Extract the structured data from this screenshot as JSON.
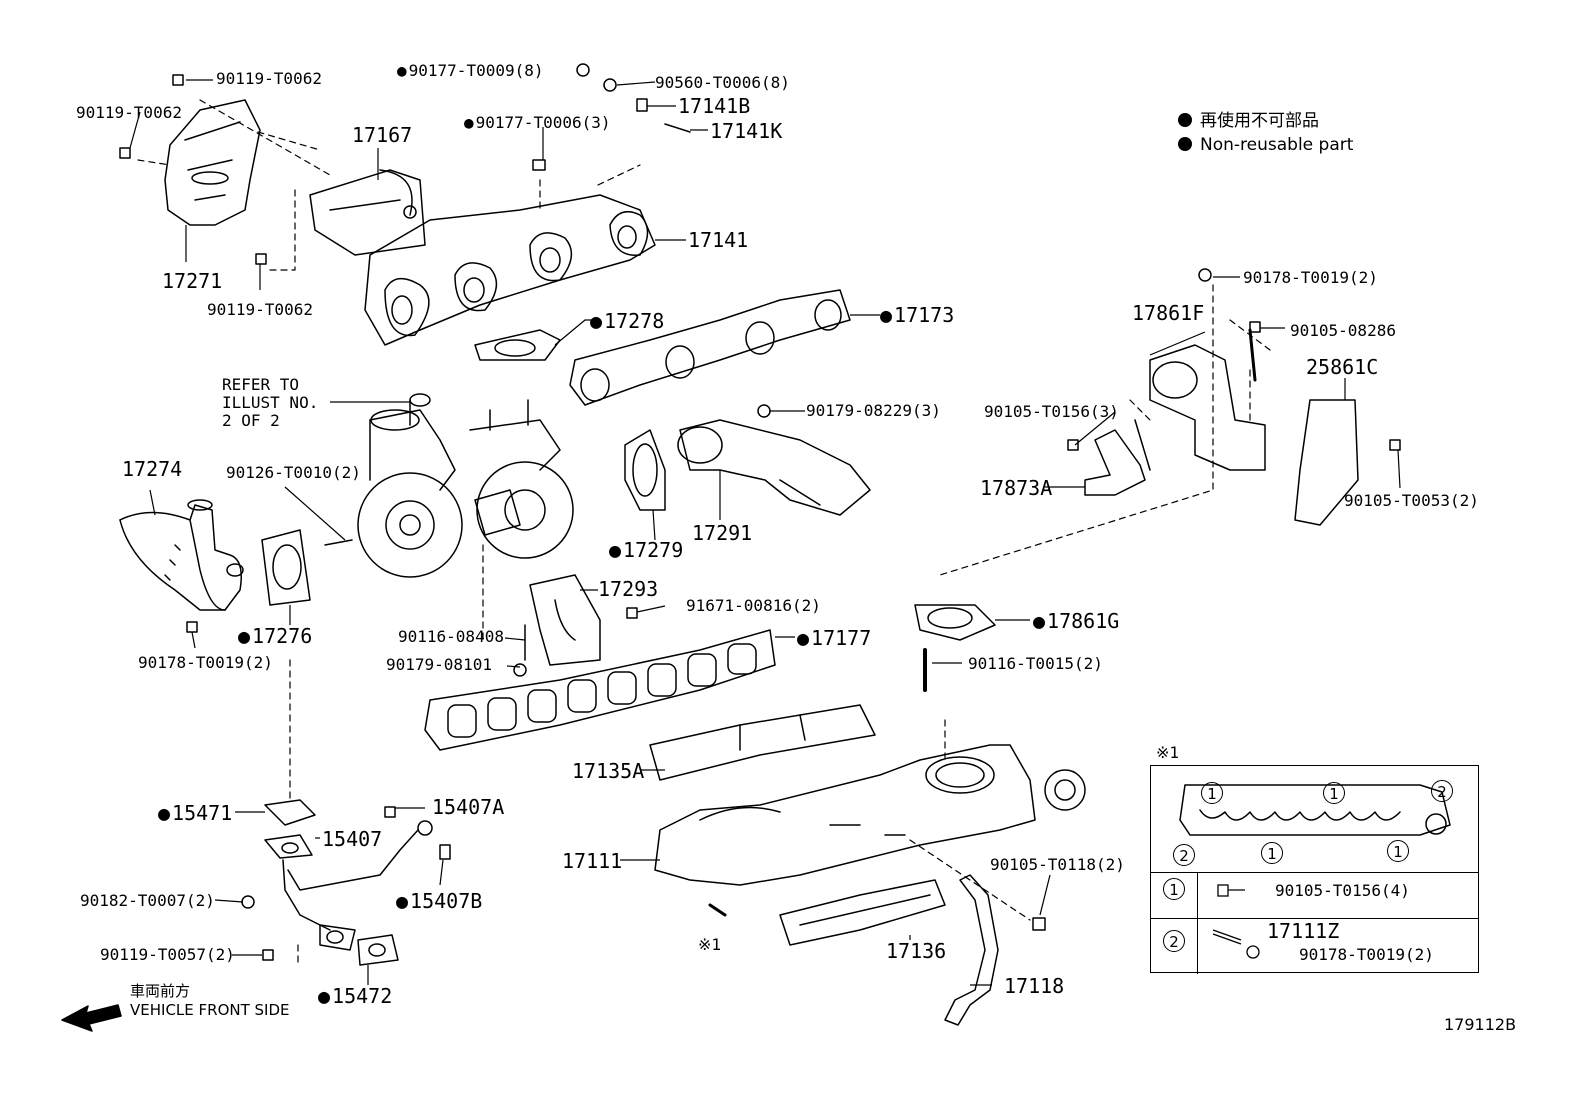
{
  "legend": {
    "jp": "再使用不可部品",
    "en": "Non-reusable part"
  },
  "refer_note": [
    "REFER TO",
    "ILLUST NO.",
    "2 OF 2"
  ],
  "front_side": {
    "jp": "車両前方",
    "en": "VEHICLE FRONT SIDE"
  },
  "diagram_id": "179112B",
  "parts": {
    "p90119_t0062_a": "90119-T0062",
    "p90119_t0062_b": "90119-T0062",
    "p90119_t0062_c": "90119-T0062",
    "p17271": "17271",
    "p17167": "17167",
    "p90177_t0009": "90177-T0009(8)",
    "p90560_t0006": "90560-T0006(8)",
    "p17141b": "17141B",
    "p90177_t0006": "90177-T0006(3)",
    "p17141k": "17141K",
    "p17141": "17141",
    "p17278": "17278",
    "p17173": "17173",
    "p90179_08229": "90179-08229(3)",
    "p17274": "17274",
    "p90126_t0010": "90126-T0010(2)",
    "p17279": "17279",
    "p17291": "17291",
    "p17276": "17276",
    "p90178_t0019_a": "90178-T0019(2)",
    "p17293": "17293",
    "p91671_00816": "91671-00816(2)",
    "p90116_08408": "90116-08408",
    "p90179_08101": "90179-08101",
    "p17177": "17177",
    "p90178_t0019_b": "90178-T0019(2)",
    "p17861f": "17861F",
    "p90105_08286": "90105-08286",
    "p25861c": "25861C",
    "p90105_t0156_3": "90105-T0156(3)",
    "p17873a": "17873A",
    "p90105_t0053": "90105-T0053(2)",
    "p17861g": "17861G",
    "p90116_t0015": "90116-T0015(2)",
    "p17135a": "17135A",
    "p15471": "15471",
    "p15407a": "15407A",
    "p15407": "15407",
    "p17111": "17111",
    "p90182_t0007": "90182-T0007(2)",
    "p15407b": "15407B",
    "p90105_t0118": "90105-T0118(2)",
    "p90119_t0057": "90119-T0057(2)",
    "p17136": "17136",
    "p15472": "15472",
    "p17118": "17118",
    "note_ref": "※1"
  },
  "inset": {
    "title": "※1",
    "row1_num": "1",
    "row1_part": "90105-T0156(4)",
    "row2_num": "2",
    "row2_part_a": "17111Z",
    "row2_part_b": "90178-T0019(2)",
    "circ1": "1",
    "circ2": "2"
  }
}
